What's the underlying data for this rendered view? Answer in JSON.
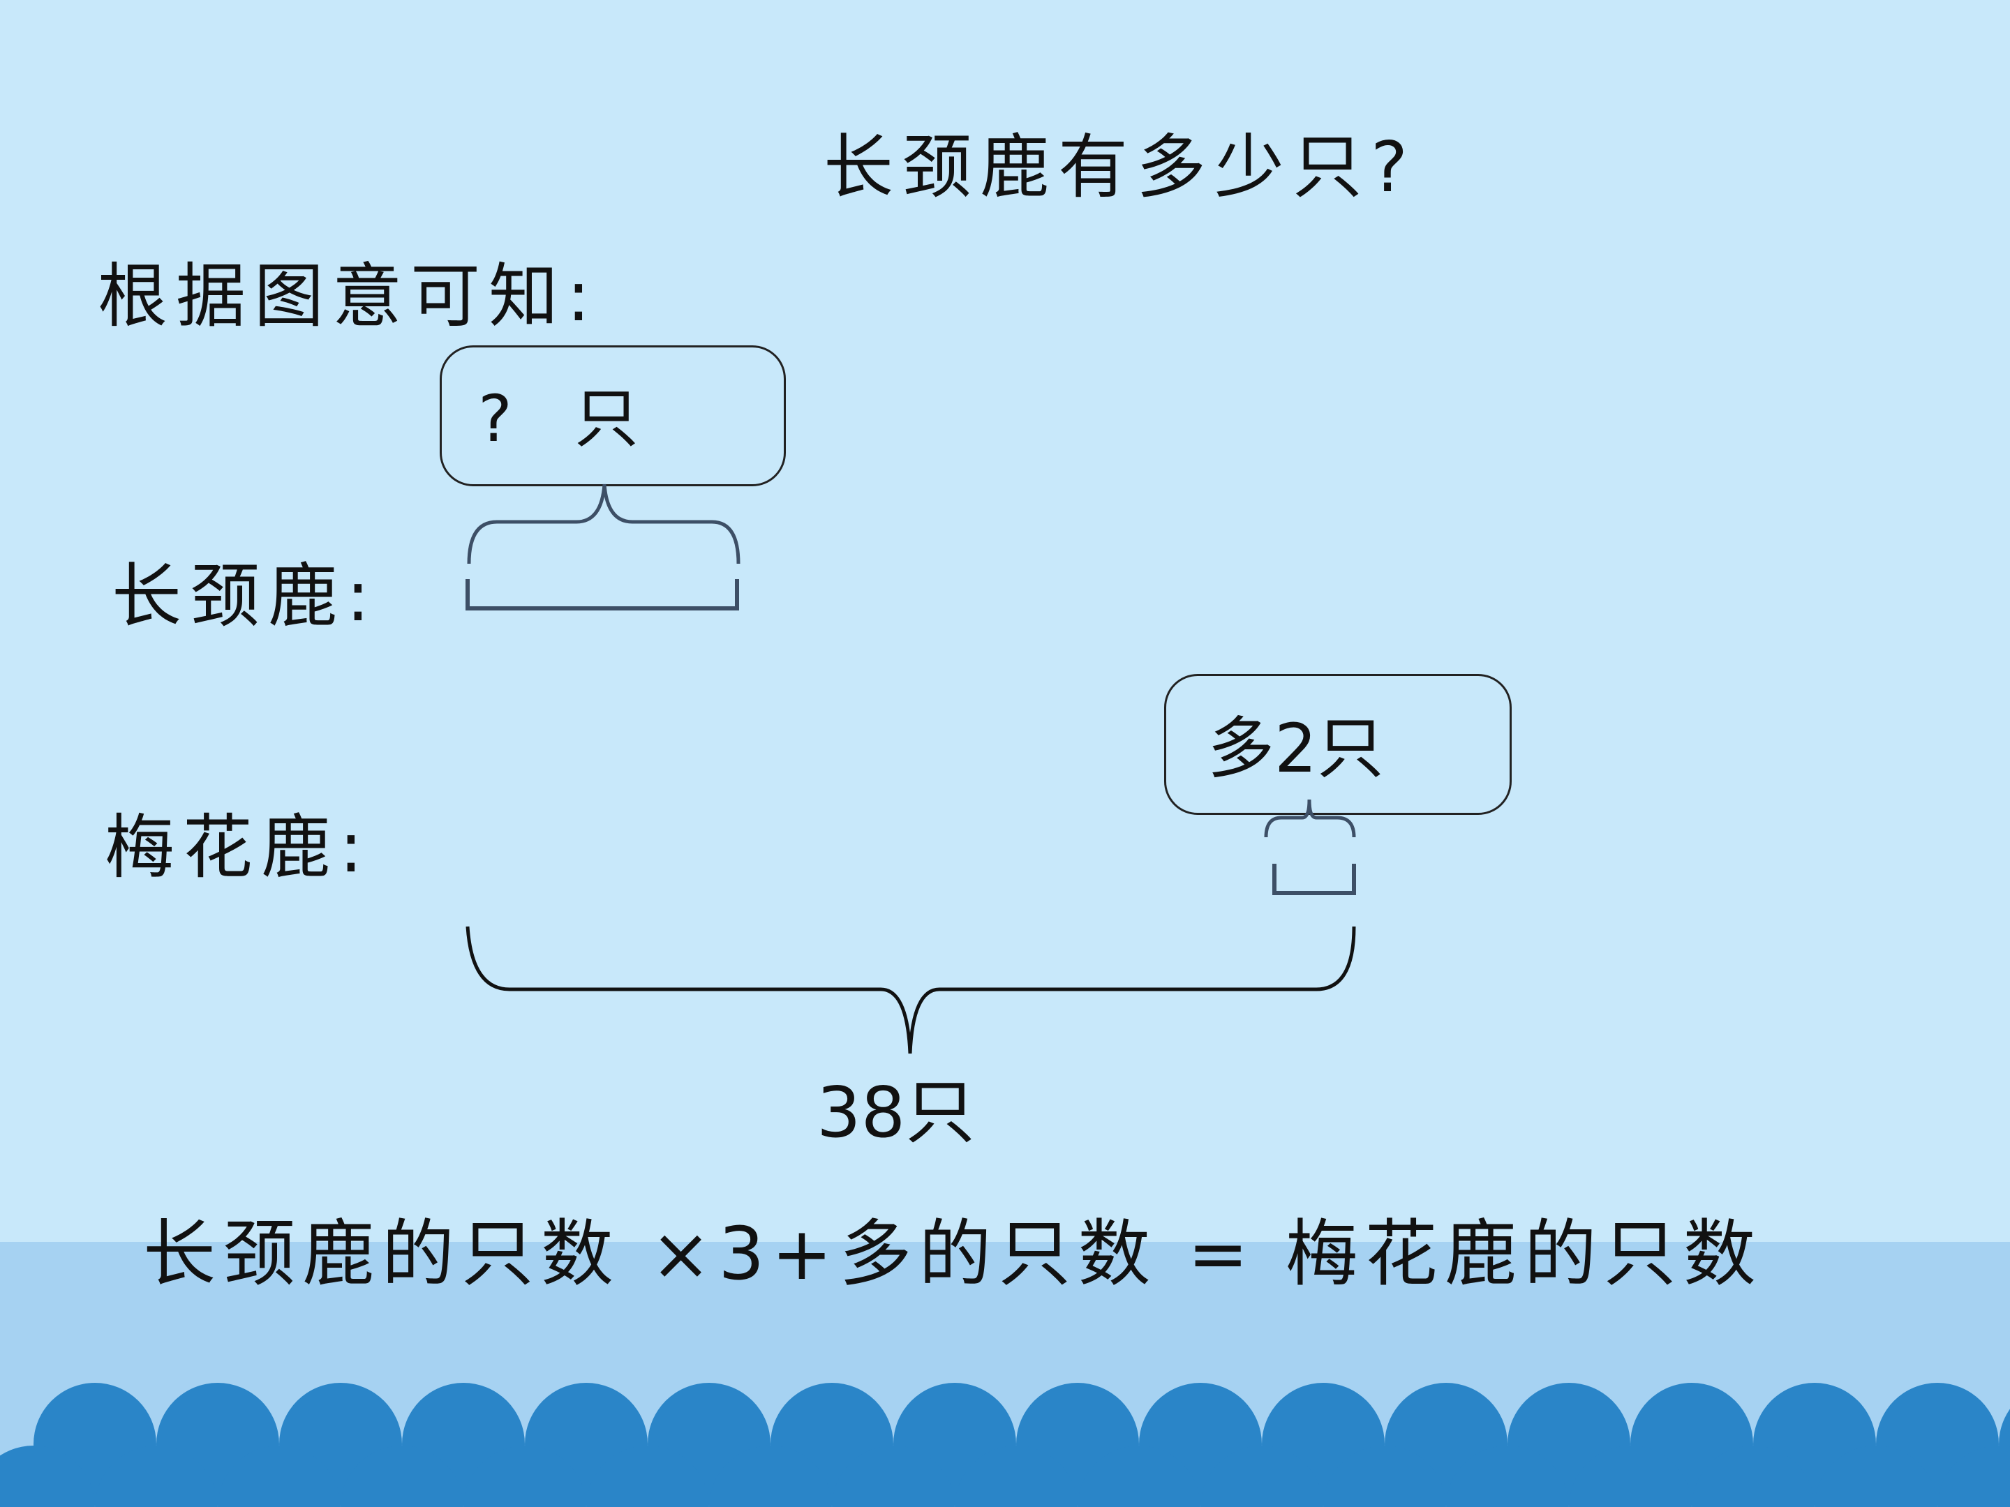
{
  "slide": {
    "title": "长颈鹿有多少只?",
    "intro": "根据图意可知:",
    "label_giraffe": "长颈鹿:",
    "label_sika_deer": "梅花鹿:",
    "box_unknown": "? 只",
    "box_more": "多2只",
    "total": "38只",
    "formula": "长颈鹿的只数 ×3+多的只数 = 梅花鹿的只数"
  },
  "colors": {
    "background": "#c8e8fa",
    "band": "#a6d2f2",
    "wave_light": "#2a85c8",
    "wave_dark": "#2a85c8",
    "segment_line": "#3d4f66"
  }
}
